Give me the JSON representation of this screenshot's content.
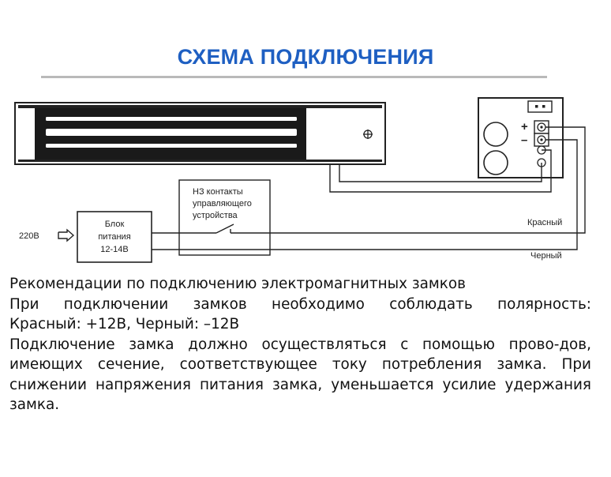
{
  "title": "СХЕМА ПОДКЛЮЧЕНИЯ",
  "diagram": {
    "contacts_label": [
      "НЗ контакты",
      "управляющего",
      "устройства"
    ],
    "power_supply_label": [
      "Блок",
      "питания",
      "12-14В"
    ],
    "input_label": "220В",
    "red_wire_label": "Красный",
    "black_wire_label": "Черный",
    "plus_symbol": "+",
    "minus_symbol": "–"
  },
  "description": {
    "heading": "Рекомендации по подключению электромагнитных замков",
    "polarity_line1": "При подключении замков необходимо соблюдать полярность:",
    "polarity_line2": "Красный: +12В, Черный: –12В",
    "paragraph": "Подключение замка должно осуществляться с помощью прово-дов, имеющих сечение, соответствующее току потребления замка. При снижении напряжения питания замка, уменьшается усилие удержания замка."
  },
  "colors": {
    "title": "#1e5fc2",
    "rule": "#b9b9b9",
    "line": "#222222"
  }
}
